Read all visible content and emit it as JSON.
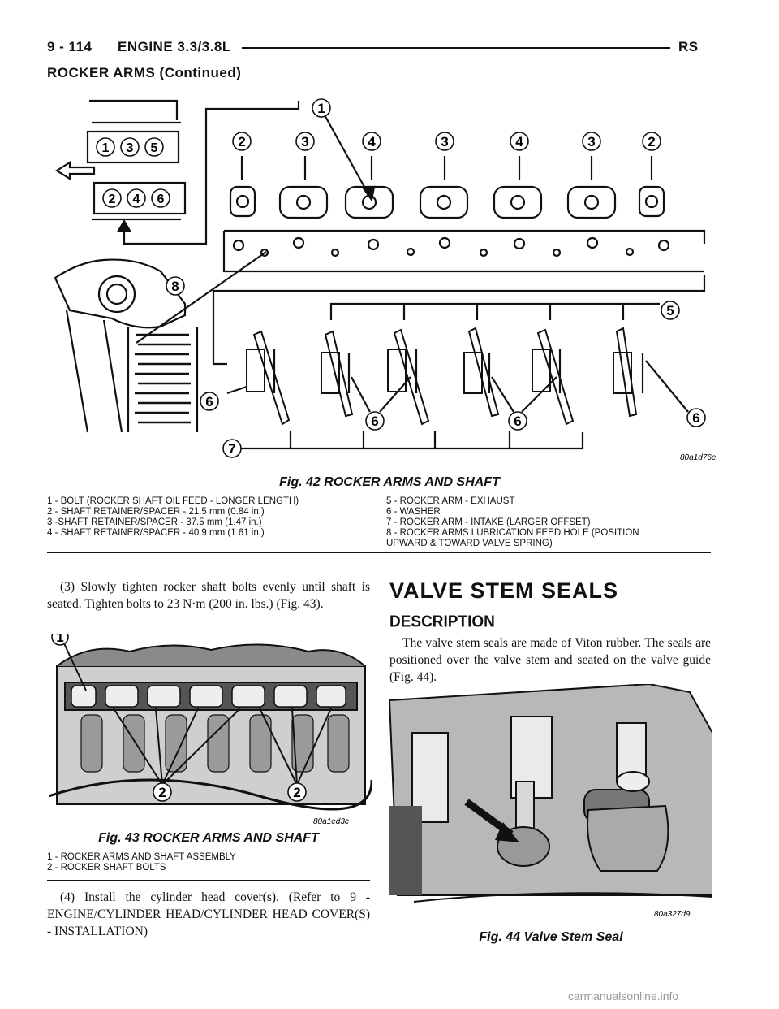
{
  "header": {
    "page_number": "9 - 114",
    "section": "ENGINE 3.3/3.8L",
    "model": "RS",
    "subtitle": "ROCKER ARMS (Continued)"
  },
  "fig42": {
    "code": "80a1d76e",
    "title": "Fig. 42 ROCKER ARMS AND SHAFT",
    "callouts": [
      "1",
      "2",
      "3",
      "4",
      "3",
      "4",
      "3",
      "2",
      "5",
      "6",
      "6",
      "6",
      "6",
      "7",
      "8"
    ],
    "firing_order_top": [
      "1",
      "3",
      "5"
    ],
    "firing_order_bottom": [
      "2",
      "4",
      "6"
    ],
    "legend_left": [
      "1 - BOLT (ROCKER SHAFT OIL FEED - LONGER LENGTH)",
      "2 - SHAFT RETAINER/SPACER - 21.5 mm (0.84 in.)",
      "3 -SHAFT RETAINER/SPACER - 37.5 mm (1.47 in.)",
      "4 - SHAFT RETAINER/SPACER - 40.9 mm (1.61 in.)"
    ],
    "legend_right": [
      "5 - ROCKER ARM - EXHAUST",
      "6 - WASHER",
      "7 - ROCKER ARM - INTAKE (LARGER OFFSET)",
      "8 - ROCKER ARMS LUBRICATION FEED HOLE (POSITION",
      "UPWARD & TOWARD VALVE SPRING)"
    ]
  },
  "left_col": {
    "step3": "(3) Slowly tighten rocker shaft bolts evenly until shaft is seated. Tighten bolts to 23 N·m (200 in. lbs.) (Fig. 43).",
    "step4": "(4) Install the cylinder head cover(s). (Refer to 9 - ENGINE/CYLINDER HEAD/CYLINDER HEAD COVER(S) - INSTALLATION)"
  },
  "fig43": {
    "code": "80a1ed3c",
    "title": "Fig. 43 ROCKER ARMS AND SHAFT",
    "callouts": [
      "1",
      "2",
      "2"
    ],
    "legend": [
      "1 - ROCKER ARMS AND SHAFT ASSEMBLY",
      "2 - ROCKER SHAFT BOLTS"
    ]
  },
  "right_col": {
    "heading": "VALVE STEM SEALS",
    "subheading": "DESCRIPTION",
    "description": "The valve stem seals are made of Viton rubber. The seals are positioned over the valve stem and seated on the valve guide (Fig. 44)."
  },
  "fig44": {
    "code": "80a327d9",
    "title": "Fig. 44 Valve Stem Seal"
  },
  "watermark": "carmanualsonline.info"
}
